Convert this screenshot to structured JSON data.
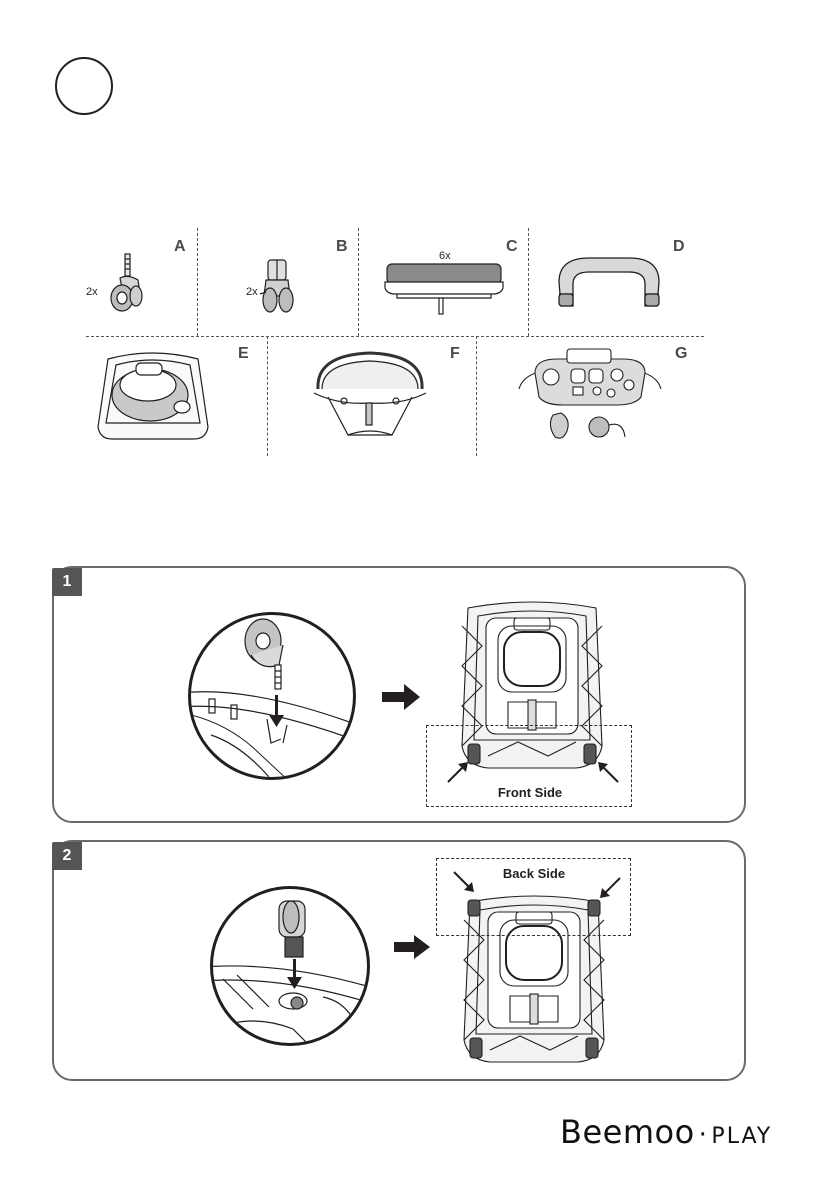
{
  "parts": [
    {
      "letter": "A",
      "qty": "2x"
    },
    {
      "letter": "B",
      "qty": "2x"
    },
    {
      "letter": "C",
      "qty": "6x"
    },
    {
      "letter": "D",
      "qty": ""
    },
    {
      "letter": "E",
      "qty": ""
    },
    {
      "letter": "F",
      "qty": ""
    },
    {
      "letter": "G",
      "qty": ""
    }
  ],
  "steps": [
    {
      "number": "1",
      "label": "Front Side"
    },
    {
      "number": "2",
      "label": "Back Side"
    }
  ],
  "brand": {
    "name": "Beemoo",
    "separator": "·",
    "suffix": "PLAY"
  },
  "colors": {
    "ink": "#231f20",
    "tab": "#555555",
    "border": "#6a6a6a"
  }
}
